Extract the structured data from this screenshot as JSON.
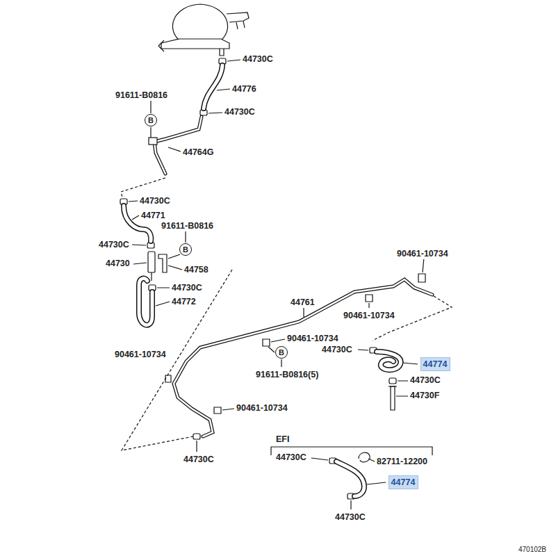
{
  "diagram": {
    "nodes": [
      {
        "text": [
          "B"
        ]
      },
      {
        "text": [
          "B"
        ]
      },
      {
        "text": [
          "B"
        ]
      },
      {
        "text": [
          "44774"
        ]
      },
      {
        "text": [
          "44774"
        ]
      }
    ],
    "labels": [
      "44730C",
      "44776",
      "91611-B0816",
      "44730C",
      "44764G",
      "44730C",
      "44771",
      "91611-B0816",
      "44730C",
      "90461-10734",
      "44730",
      "44758",
      "44730C",
      "44761",
      "44772",
      "90461-10734",
      "90461-10734",
      "44730C",
      "90461-10734",
      "91611-B0816(5)",
      "44730C",
      "44730F",
      "90461-10734",
      "EFI",
      "44730C",
      "44730C",
      "82711-12200",
      "44730C",
      "470102B"
    ]
  }
}
